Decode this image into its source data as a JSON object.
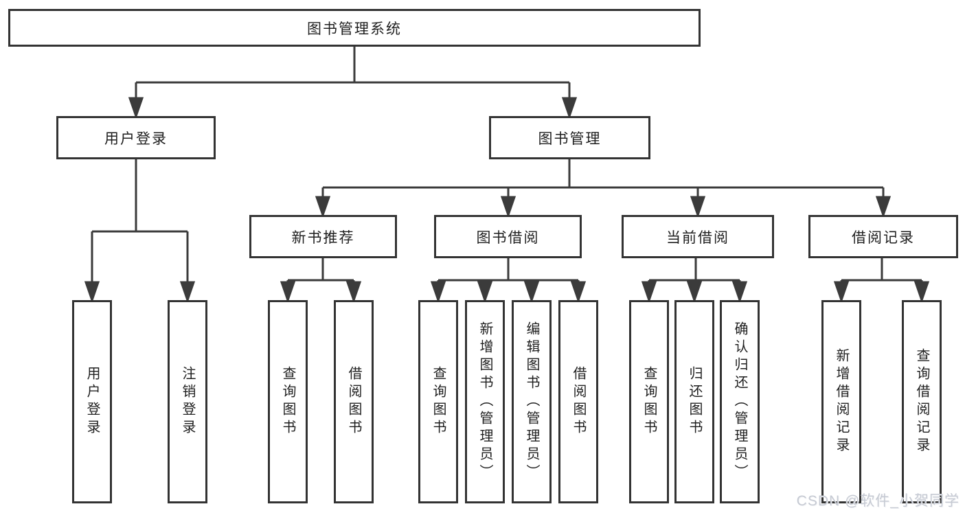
{
  "tree": {
    "root": {
      "label": "图书管理系统"
    },
    "branches": [
      {
        "label": "用户登录",
        "children": [
          {
            "label": "用户登录"
          },
          {
            "label": "注销登录"
          }
        ]
      },
      {
        "label": "图书管理",
        "children": [
          {
            "label": "新书推荐",
            "children": [
              {
                "label": "查询图书"
              },
              {
                "label": "借阅图书"
              }
            ]
          },
          {
            "label": "图书借阅",
            "children": [
              {
                "label": "查询图书"
              },
              {
                "label": "新增图书（管理员）"
              },
              {
                "label": "编辑图书（管理员）"
              },
              {
                "label": "借阅图书"
              }
            ]
          },
          {
            "label": "当前借阅",
            "children": [
              {
                "label": "查询图书"
              },
              {
                "label": "归还图书"
              },
              {
                "label": "确认归还（管理员）"
              }
            ]
          },
          {
            "label": "借阅记录",
            "children": [
              {
                "label": "新增借阅记录"
              },
              {
                "label": "查询借阅记录"
              }
            ]
          }
        ]
      }
    ]
  },
  "watermark": {
    "text": "CSDN @软件_小贺同学",
    "color": "#c6cad3"
  },
  "colors": {
    "background": "#ffffff",
    "box_border": "#333333",
    "connector_line": "#3b3b3b",
    "text": "#1f1f1f"
  }
}
